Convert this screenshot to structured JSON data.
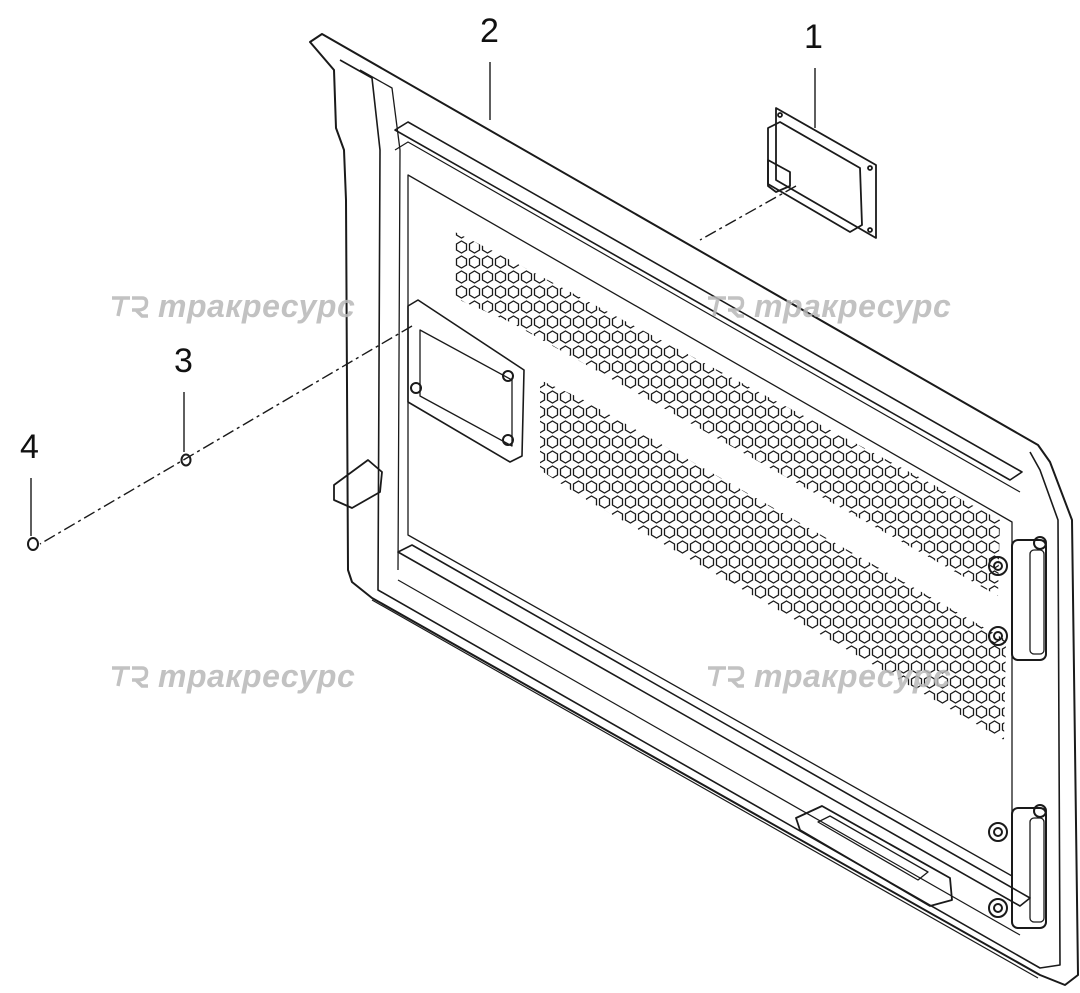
{
  "callouts": {
    "c1": "1",
    "c2": "2",
    "c3": "3",
    "c4": "4"
  },
  "watermarks": [
    {
      "text": "тракресурс"
    },
    {
      "text": "тракресурс"
    },
    {
      "text": "тракресурс"
    },
    {
      "text": "тракресурс"
    }
  ],
  "colors": {
    "line": "#1a1a1a",
    "watermark": "#b8b8b8",
    "background": "#ffffff"
  }
}
